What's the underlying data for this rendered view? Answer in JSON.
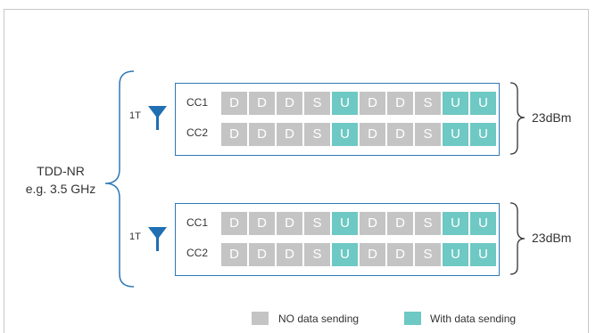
{
  "band": {
    "name": "TDD-NR",
    "freq": "e.g. 3.5 GHz"
  },
  "colors": {
    "no_data": "#c4c4c4",
    "data": "#6ec8c3",
    "frame": "#2e79b7",
    "antenna": "#1f6fb2"
  },
  "groups": [
    {
      "antenna_label": "1T",
      "power": "23dBm",
      "carriers": [
        {
          "label": "CC1",
          "slots": [
            "D",
            "D",
            "D",
            "S",
            "U",
            "D",
            "D",
            "S",
            "U",
            "U"
          ],
          "active": [
            false,
            false,
            false,
            false,
            true,
            false,
            false,
            false,
            true,
            true
          ]
        },
        {
          "label": "CC2",
          "slots": [
            "D",
            "D",
            "D",
            "S",
            "U",
            "D",
            "D",
            "S",
            "U",
            "U"
          ],
          "active": [
            false,
            false,
            false,
            false,
            true,
            false,
            false,
            false,
            true,
            true
          ]
        }
      ]
    },
    {
      "antenna_label": "1T",
      "power": "23dBm",
      "carriers": [
        {
          "label": "CC1",
          "slots": [
            "D",
            "D",
            "D",
            "S",
            "U",
            "D",
            "D",
            "S",
            "U",
            "U"
          ],
          "active": [
            false,
            false,
            false,
            false,
            true,
            false,
            false,
            false,
            true,
            true
          ]
        },
        {
          "label": "CC2",
          "slots": [
            "D",
            "D",
            "D",
            "S",
            "U",
            "D",
            "D",
            "S",
            "U",
            "U"
          ],
          "active": [
            false,
            false,
            false,
            false,
            true,
            false,
            false,
            false,
            true,
            true
          ]
        }
      ]
    }
  ],
  "legend": {
    "no_data": "NO data sending",
    "data": "With data sending"
  }
}
